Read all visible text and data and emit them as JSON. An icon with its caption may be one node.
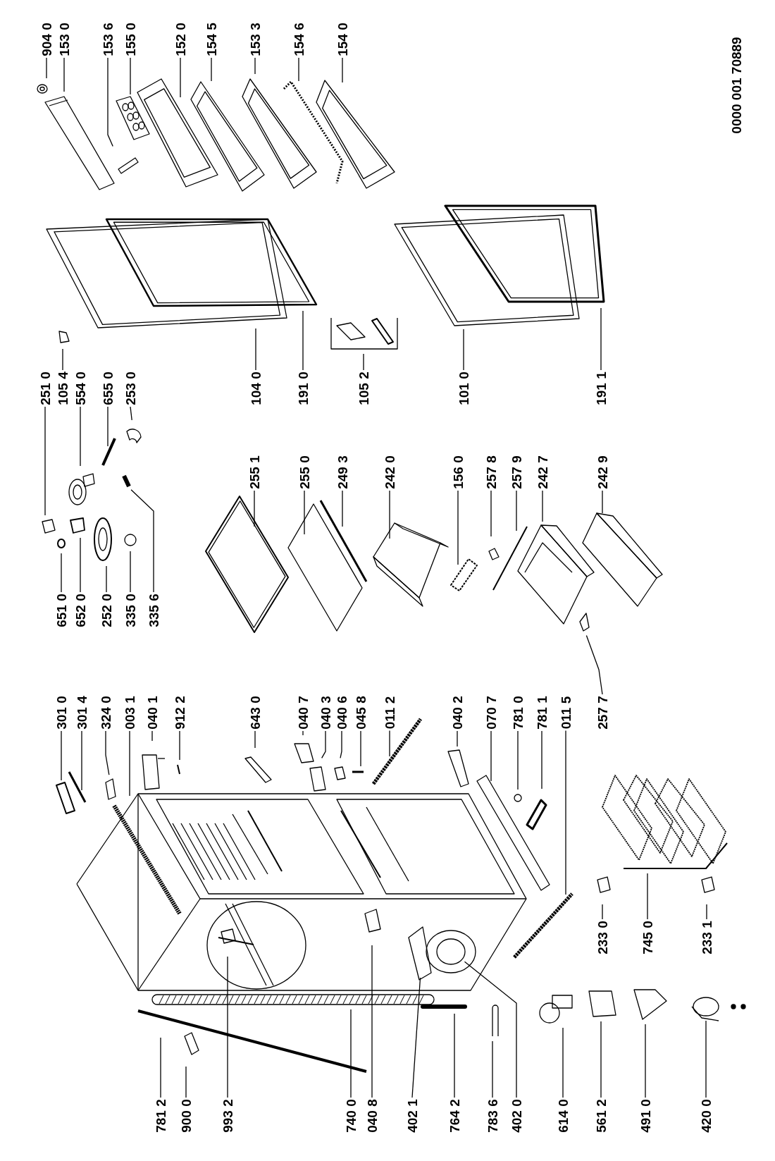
{
  "diagram": {
    "nodes": [
      {
        "text": [
          "904 0"
        ]
      },
      {
        "text": [
          "153 0"
        ]
      },
      {
        "text": [
          "153 6"
        ]
      },
      {
        "text": [
          "155 0"
        ]
      },
      {
        "text": [
          "152 0"
        ]
      },
      {
        "text": [
          "154 5"
        ]
      },
      {
        "text": [
          "153 3"
        ]
      },
      {
        "text": [
          "154 6"
        ]
      },
      {
        "text": [
          "154 0"
        ]
      },
      {
        "text": [
          "251 0"
        ]
      },
      {
        "text": [
          "105 4"
        ]
      },
      {
        "text": [
          "554 0"
        ]
      },
      {
        "text": [
          "655 0"
        ]
      },
      {
        "text": [
          "253 0"
        ]
      },
      {
        "text": [
          "104 0"
        ]
      },
      {
        "text": [
          "191 0"
        ]
      },
      {
        "text": [
          "105 2"
        ]
      },
      {
        "text": [
          "101 0"
        ]
      },
      {
        "text": [
          "191 1"
        ]
      },
      {
        "text": [
          "651 0"
        ]
      },
      {
        "text": [
          "652 0"
        ]
      },
      {
        "text": [
          "252 0"
        ]
      },
      {
        "text": [
          "335 0"
        ]
      },
      {
        "text": [
          "335 6"
        ]
      },
      {
        "text": [
          "255 1"
        ]
      },
      {
        "text": [
          "255 0"
        ]
      },
      {
        "text": [
          "249 3"
        ]
      },
      {
        "text": [
          "242 0"
        ]
      },
      {
        "text": [
          "156 0"
        ]
      },
      {
        "text": [
          "257 8"
        ]
      },
      {
        "text": [
          "257 9"
        ]
      },
      {
        "text": [
          "242 7"
        ]
      },
      {
        "text": [
          "242 9"
        ]
      },
      {
        "text": [
          "257 7"
        ]
      },
      {
        "text": [
          "301 0"
        ]
      },
      {
        "text": [
          "301 4"
        ]
      },
      {
        "text": [
          "324 0"
        ]
      },
      {
        "text": [
          "003 1"
        ]
      },
      {
        "text": [
          "040 1"
        ]
      },
      {
        "text": [
          "912 2"
        ]
      },
      {
        "text": [
          "643 0"
        ]
      },
      {
        "text": [
          "040 7"
        ]
      },
      {
        "text": [
          "040 3"
        ]
      },
      {
        "text": [
          "040 6"
        ]
      },
      {
        "text": [
          "045 8"
        ]
      },
      {
        "text": [
          "011 2"
        ]
      },
      {
        "text": [
          "040 2"
        ]
      },
      {
        "text": [
          "070 7"
        ]
      },
      {
        "text": [
          "781 0"
        ]
      },
      {
        "text": [
          "781 1"
        ]
      },
      {
        "text": [
          "011 5"
        ]
      },
      {
        "text": [
          "233 0"
        ]
      },
      {
        "text": [
          "745 0"
        ]
      },
      {
        "text": [
          "233 1"
        ]
      },
      {
        "text": [
          "781 2"
        ]
      },
      {
        "text": [
          "900 0"
        ]
      },
      {
        "text": [
          "993 2"
        ]
      },
      {
        "text": [
          "740 0"
        ]
      },
      {
        "text": [
          "040 8"
        ]
      },
      {
        "text": [
          "402 1"
        ]
      },
      {
        "text": [
          "764 2"
        ]
      },
      {
        "text": [
          "783 6"
        ]
      },
      {
        "text": [
          "402 0"
        ]
      },
      {
        "text": [
          "614 0"
        ]
      },
      {
        "text": [
          "561 2"
        ]
      },
      {
        "text": [
          "491 0"
        ]
      },
      {
        "text": [
          "420 0"
        ]
      }
    ],
    "edges": [
      {
        "from": 0,
        "to": null,
        "arrow": "none"
      },
      {
        "from": 1,
        "to": null,
        "arrow": "none"
      },
      {
        "from": 2,
        "to": null,
        "arrow": "none"
      },
      {
        "from": 3,
        "to": null,
        "arrow": "none"
      },
      {
        "from": 4,
        "to": null,
        "arrow": "none"
      },
      {
        "from": 5,
        "to": null,
        "arrow": "none"
      },
      {
        "from": 6,
        "to": null,
        "arrow": "none"
      },
      {
        "from": 7,
        "to": null,
        "arrow": "none"
      },
      {
        "from": 8,
        "to": null,
        "arrow": "none"
      },
      {
        "from": 9,
        "to": null,
        "arrow": "none"
      },
      {
        "from": 10,
        "to": null,
        "arrow": "none"
      },
      {
        "from": 11,
        "to": null,
        "arrow": "none"
      },
      {
        "from": 12,
        "to": null,
        "arrow": "none"
      },
      {
        "from": 13,
        "to": null,
        "arrow": "none"
      },
      {
        "from": 14,
        "to": null,
        "arrow": "none"
      },
      {
        "from": 15,
        "to": null,
        "arrow": "none"
      },
      {
        "from": 16,
        "to": null,
        "arrow": "none"
      },
      {
        "from": 17,
        "to": null,
        "arrow": "none"
      },
      {
        "from": 18,
        "to": null,
        "arrow": "none"
      },
      {
        "from": 19,
        "to": null,
        "arrow": "none"
      },
      {
        "from": 20,
        "to": null,
        "arrow": "none"
      },
      {
        "from": 21,
        "to": null,
        "arrow": "none"
      },
      {
        "from": 22,
        "to": null,
        "arrow": "none"
      },
      {
        "from": 23,
        "to": null,
        "arrow": "none"
      },
      {
        "from": 24,
        "to": null,
        "arrow": "none"
      },
      {
        "from": 25,
        "to": null,
        "arrow": "none"
      },
      {
        "from": 26,
        "to": null,
        "arrow": "none"
      },
      {
        "from": 27,
        "to": null,
        "arrow": "none"
      },
      {
        "from": 28,
        "to": null,
        "arrow": "none"
      },
      {
        "from": 29,
        "to": null,
        "arrow": "none"
      },
      {
        "from": 30,
        "to": null,
        "arrow": "none"
      },
      {
        "from": 31,
        "to": null,
        "arrow": "none"
      },
      {
        "from": 32,
        "to": null,
        "arrow": "none"
      },
      {
        "from": 33,
        "to": null,
        "arrow": "none"
      },
      {
        "from": 34,
        "to": null,
        "arrow": "none"
      },
      {
        "from": 35,
        "to": null,
        "arrow": "none"
      },
      {
        "from": 36,
        "to": null,
        "arrow": "none"
      },
      {
        "from": 37,
        "to": null,
        "arrow": "none"
      },
      {
        "from": 38,
        "to": null,
        "arrow": "none"
      },
      {
        "from": 39,
        "to": null,
        "arrow": "none"
      },
      {
        "from": 40,
        "to": null,
        "arrow": "none"
      },
      {
        "from": 41,
        "to": null,
        "arrow": "none"
      },
      {
        "from": 42,
        "to": null,
        "arrow": "none"
      },
      {
        "from": 43,
        "to": null,
        "arrow": "none"
      },
      {
        "from": 44,
        "to": null,
        "arrow": "none"
      },
      {
        "from": 45,
        "to": null,
        "arrow": "none"
      },
      {
        "from": 46,
        "to": null,
        "arrow": "none"
      },
      {
        "from": 47,
        "to": null,
        "arrow": "none"
      },
      {
        "from": 48,
        "to": null,
        "arrow": "none"
      },
      {
        "from": 49,
        "to": null,
        "arrow": "none"
      },
      {
        "from": 50,
        "to": null,
        "arrow": "none"
      },
      {
        "from": 51,
        "to": null,
        "arrow": "none"
      },
      {
        "from": 52,
        "to": null,
        "arrow": "none"
      },
      {
        "from": 53,
        "to": null,
        "arrow": "none"
      },
      {
        "from": 54,
        "to": null,
        "arrow": "none"
      },
      {
        "from": 55,
        "to": null,
        "arrow": "none"
      },
      {
        "from": 56,
        "to": null,
        "arrow": "none"
      },
      {
        "from": 57,
        "to": null,
        "arrow": "none"
      },
      {
        "from": 58,
        "to": null,
        "arrow": "none"
      },
      {
        "from": 59,
        "to": null,
        "arrow": "none"
      },
      {
        "from": 60,
        "to": null,
        "arrow": "none"
      },
      {
        "from": 61,
        "to": null,
        "arrow": "none"
      },
      {
        "from": 62,
        "to": null,
        "arrow": "none"
      },
      {
        "from": 63,
        "to": null,
        "arrow": "none"
      },
      {
        "from": 64,
        "to": null,
        "arrow": "none"
      },
      {
        "from": 65,
        "to": null,
        "arrow": "none"
      },
      {
        "from": 66,
        "to": null,
        "arrow": "none"
      }
    ],
    "labels": [
      "0000 001 70889"
    ]
  }
}
